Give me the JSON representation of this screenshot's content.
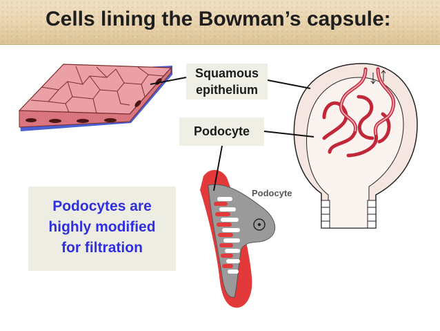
{
  "slide": {
    "title": "Cells lining the Bowman’s capsule:"
  },
  "labels": {
    "squamous_line1": "Squamous",
    "squamous_line2": "epithelium",
    "podocyte": "Podocyte",
    "figure_podocyte": "Podocyte"
  },
  "callout": {
    "line1": "Podocytes are",
    "line2": "highly modified",
    "line3": "for filtration"
  },
  "colors": {
    "accent_text": "#2f2fe0",
    "cell_pink": "#e79aa0",
    "capillary_red": "#e23a3a",
    "podocyte_gray": "#999999",
    "basement_blue": "#4a5fd0"
  }
}
